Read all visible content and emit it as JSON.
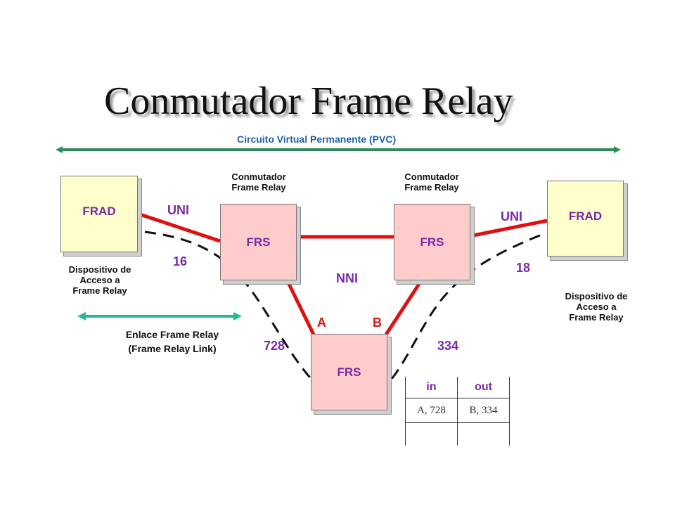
{
  "title": "Conmutador Frame Relay",
  "pvc_label": "Circuito Virtual Permanente (PVC)",
  "devices": {
    "frad_left": "FRAD",
    "frad_right": "FRAD",
    "frs_left": "FRS",
    "frs_right": "FRS",
    "frs_bottom": "FRS"
  },
  "switch_label_left": [
    "Conmutador",
    "Frame Relay"
  ],
  "switch_label_right": [
    "Conmutador",
    "Frame Relay"
  ],
  "access_device_left": [
    "Dispositivo de",
    "Acceso a",
    "Frame Relay"
  ],
  "access_device_right": [
    "Dispositivo de",
    "Acceso a",
    "Frame Relay"
  ],
  "interfaces": {
    "uni_left": "UNI",
    "uni_right": "UNI",
    "nni": "NNI"
  },
  "dlci": {
    "left": "16",
    "right": "18",
    "bottom_left": "728",
    "bottom_right": "334"
  },
  "ports": {
    "a": "A",
    "b": "B"
  },
  "link_label": [
    "Enlace Frame Relay",
    "(Frame Relay Link)"
  ],
  "table": {
    "headers": [
      "in",
      "out"
    ],
    "rows": [
      [
        "A, 728",
        "B, 334"
      ],
      [
        "",
        ""
      ]
    ]
  },
  "colors": {
    "red_link": "#e01010",
    "pvc_arrow": "#2e8b57",
    "link_arrow": "#1fbf8f",
    "frad_fill": "#ffffcc",
    "frs_fill": "#ffcccc",
    "label_purple": "#7a2aa6"
  }
}
